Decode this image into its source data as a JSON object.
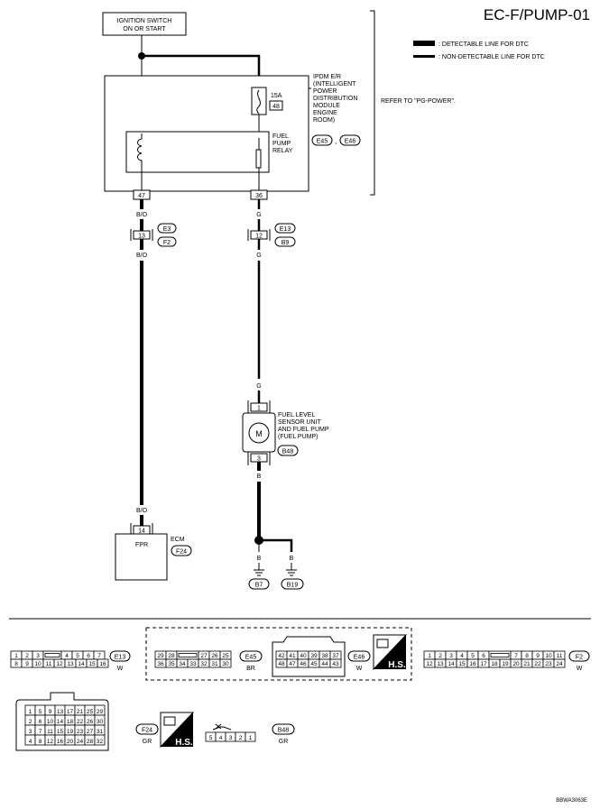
{
  "title": "EC-F/PUMP-01",
  "legend": {
    "detectable": ": DETECTABLE LINE FOR DTC",
    "non_detectable": ": NON-DETECTABLE LINE FOR DTC"
  },
  "ignition": {
    "line1": "IGNITION SWITCH",
    "line2": "ON OR START"
  },
  "ipdm": {
    "label_lines": [
      "IPDM E/R",
      "(INTELLIGENT",
      "POWER",
      "DISTRIBUTION",
      "MODULE",
      "ENGINE",
      "ROOM)"
    ],
    "connectors": [
      "E45",
      "E46"
    ],
    "connector_sep": ",",
    "fuse_rating": "15A",
    "fuse_number": "48",
    "relay_lines": [
      "FUEL",
      "PUMP",
      "RELAY"
    ],
    "pin_left": "47",
    "pin_right": "36",
    "refer": "REFER TO \"PG-POWER\"."
  },
  "left_path": {
    "color_top": "B/O",
    "joint_pin": "13",
    "joint_conn_top": "E3",
    "joint_conn_bottom": "F2",
    "color_mid": "B/O",
    "color_bottom": "B/O"
  },
  "right_path": {
    "color_top": "G",
    "joint_pin": "12",
    "joint_conn_top": "E13",
    "joint_conn_bottom": "B9",
    "color_mid": "G",
    "color_pump": "G"
  },
  "pump": {
    "pin_top": "1",
    "pin_bottom": "3",
    "motor_symbol": "M",
    "label_lines": [
      "FUEL LEVEL",
      "SENSOR UNIT",
      "AND FUEL PUMP",
      "(FUEL PUMP)"
    ],
    "connector": "B48",
    "color_below": "B"
  },
  "ecm": {
    "pin": "14",
    "terminal": "FPR",
    "label": "ECM",
    "connector": "F24"
  },
  "ground": {
    "color_left": "B",
    "color_right": "B",
    "conn_left": "B7",
    "conn_right": "B19"
  },
  "connector_views": {
    "e13": {
      "id": "E13",
      "color": "W",
      "row1": [
        "1",
        "2",
        "3",
        "",
        "4",
        "5",
        "6",
        "7"
      ],
      "row2": [
        "8",
        "9",
        "10",
        "11",
        "12",
        "13",
        "14",
        "15",
        "16"
      ]
    },
    "e45": {
      "id": "E45",
      "color": "BR",
      "row1": [
        "29",
        "28",
        "",
        "27",
        "26",
        "25"
      ],
      "row2": [
        "36",
        "35",
        "34",
        "33",
        "32",
        "31",
        "30"
      ]
    },
    "e46": {
      "id": "E46",
      "color": "W",
      "row1": [
        "42",
        "41",
        "40",
        "39",
        "38",
        "37"
      ],
      "row2": [
        "48",
        "47",
        "46",
        "45",
        "44",
        "43"
      ]
    },
    "f2": {
      "id": "F2",
      "color": "W",
      "row1": [
        "1",
        "2",
        "3",
        "4",
        "5",
        "6",
        "",
        "7",
        "8",
        "9",
        "10",
        "11"
      ],
      "row2": [
        "12",
        "13",
        "14",
        "15",
        "16",
        "17",
        "18",
        "19",
        "20",
        "21",
        "22",
        "23",
        "24"
      ]
    },
    "f24": {
      "id": "F24",
      "color": "GR",
      "rows": [
        [
          "1",
          "5",
          "9",
          "13",
          "17",
          "21",
          "25",
          "29"
        ],
        [
          "2",
          "6",
          "10",
          "14",
          "18",
          "22",
          "26",
          "30"
        ],
        [
          "3",
          "7",
          "11",
          "15",
          "19",
          "23",
          "27",
          "31"
        ],
        [
          "4",
          "8",
          "12",
          "16",
          "20",
          "24",
          "28",
          "32"
        ]
      ]
    },
    "b48": {
      "id": "B48",
      "color": "GR",
      "pins": [
        "5",
        "4",
        "3",
        "2",
        "1"
      ]
    }
  },
  "hs_badge": "H.S.",
  "ref_code": "BBWA3063E"
}
